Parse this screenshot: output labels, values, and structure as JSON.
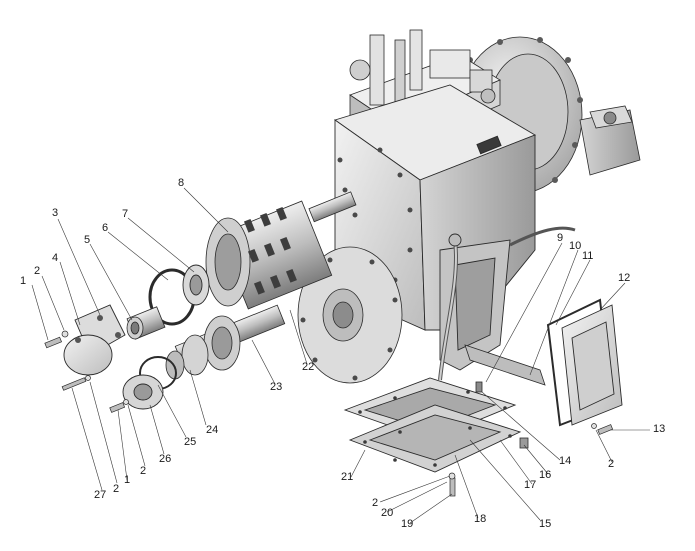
{
  "figure": {
    "kind": "exploded assembly drawing",
    "colors": {
      "background": "#ffffff",
      "part_fill": "#e6e6e6",
      "part_shade": "#b9b9b9",
      "part_dark": "#6e6e6e",
      "outline": "#2b2b2b",
      "leader": "#3a3a3a"
    }
  },
  "callouts": [
    {
      "id": "c1a",
      "text": "1"
    },
    {
      "id": "c2a",
      "text": "2"
    },
    {
      "id": "c3",
      "text": "3"
    },
    {
      "id": "c4",
      "text": "4"
    },
    {
      "id": "c5",
      "text": "5"
    },
    {
      "id": "c6",
      "text": "6"
    },
    {
      "id": "c7",
      "text": "7"
    },
    {
      "id": "c8",
      "text": "8"
    },
    {
      "id": "c9",
      "text": "9"
    },
    {
      "id": "c10",
      "text": "10"
    },
    {
      "id": "c11",
      "text": "11"
    },
    {
      "id": "c12",
      "text": "12"
    },
    {
      "id": "c13",
      "text": "13"
    },
    {
      "id": "c2b",
      "text": "2"
    },
    {
      "id": "c14",
      "text": "14"
    },
    {
      "id": "c16",
      "text": "16"
    },
    {
      "id": "c17",
      "text": "17"
    },
    {
      "id": "c15",
      "text": "15"
    },
    {
      "id": "c18",
      "text": "18"
    },
    {
      "id": "c19",
      "text": "19"
    },
    {
      "id": "c20",
      "text": "20"
    },
    {
      "id": "c2c",
      "text": "2"
    },
    {
      "id": "c21",
      "text": "21"
    },
    {
      "id": "c22",
      "text": "22"
    },
    {
      "id": "c23",
      "text": "23"
    },
    {
      "id": "c24",
      "text": "24"
    },
    {
      "id": "c25",
      "text": "25"
    },
    {
      "id": "c26",
      "text": "26"
    },
    {
      "id": "c2d",
      "text": "2"
    },
    {
      "id": "c1b",
      "text": "1"
    },
    {
      "id": "c2e",
      "text": "2"
    },
    {
      "id": "c27",
      "text": "27"
    }
  ]
}
